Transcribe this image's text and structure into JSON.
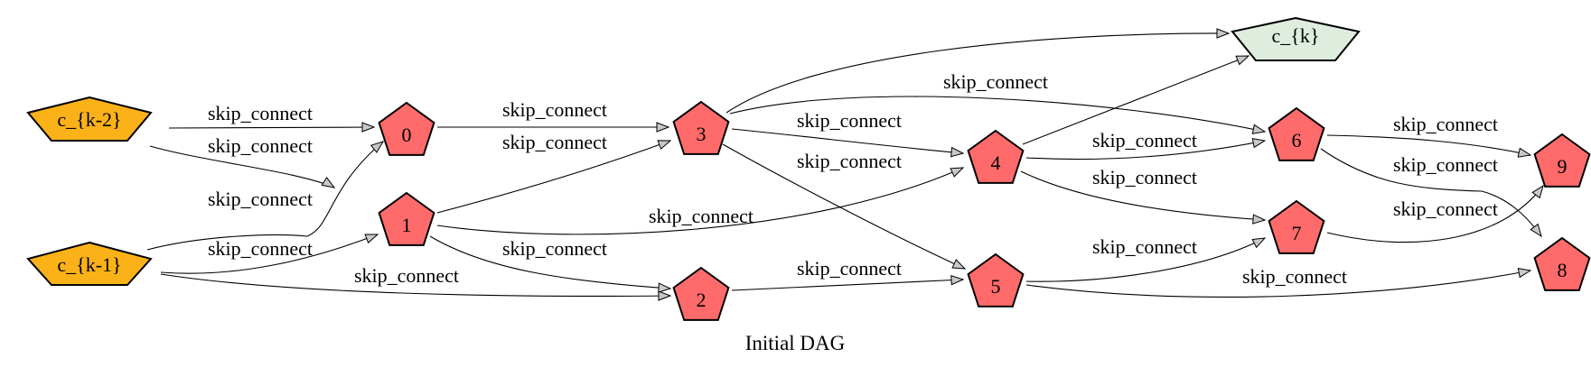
{
  "title": "Initial DAG",
  "colors": {
    "input": "#fbb218",
    "intermediate": "#ff6b6b",
    "output": "#dfeddf",
    "stroke": "#000000"
  },
  "nodes": [
    {
      "id": "k2",
      "label": "c_{k-2}",
      "kind": "input"
    },
    {
      "id": "k1",
      "label": "c_{k-1}",
      "kind": "input"
    },
    {
      "id": "n0",
      "label": "0",
      "kind": "intermediate"
    },
    {
      "id": "n1",
      "label": "1",
      "kind": "intermediate"
    },
    {
      "id": "n2",
      "label": "2",
      "kind": "intermediate"
    },
    {
      "id": "n3",
      "label": "3",
      "kind": "intermediate"
    },
    {
      "id": "n4",
      "label": "4",
      "kind": "intermediate"
    },
    {
      "id": "n5",
      "label": "5",
      "kind": "intermediate"
    },
    {
      "id": "n6",
      "label": "6",
      "kind": "intermediate"
    },
    {
      "id": "n7",
      "label": "7",
      "kind": "intermediate"
    },
    {
      "id": "n8",
      "label": "8",
      "kind": "intermediate"
    },
    {
      "id": "n9",
      "label": "9",
      "kind": "intermediate"
    },
    {
      "id": "ck",
      "label": "c_{k}",
      "kind": "output"
    }
  ],
  "edges": [
    {
      "from": "k2",
      "to": "n0",
      "label": "skip_connect"
    },
    {
      "from": "k2",
      "to": "n1",
      "label": "skip_connect"
    },
    {
      "from": "k1",
      "to": "n0",
      "label": "skip_connect"
    },
    {
      "from": "k1",
      "to": "n1",
      "label": "skip_connect"
    },
    {
      "from": "k1",
      "to": "n2",
      "label": "skip_connect"
    },
    {
      "from": "n0",
      "to": "n3",
      "label": "skip_connect"
    },
    {
      "from": "n1",
      "to": "n3",
      "label": "skip_connect"
    },
    {
      "from": "n1",
      "to": "n4",
      "label": "skip_connect"
    },
    {
      "from": "n1",
      "to": "n2",
      "label": "skip_connect"
    },
    {
      "from": "n2",
      "to": "n5",
      "label": "skip_connect"
    },
    {
      "from": "n3",
      "to": "ck",
      "label": ""
    },
    {
      "from": "n3",
      "to": "n6",
      "label": "skip_connect"
    },
    {
      "from": "n3",
      "to": "n4",
      "label": "skip_connect"
    },
    {
      "from": "n3",
      "to": "n5",
      "label": "skip_connect"
    },
    {
      "from": "n4",
      "to": "ck",
      "label": ""
    },
    {
      "from": "n4",
      "to": "n6",
      "label": "skip_connect"
    },
    {
      "from": "n4",
      "to": "n7",
      "label": "skip_connect"
    },
    {
      "from": "n5",
      "to": "n7",
      "label": "skip_connect"
    },
    {
      "from": "n5",
      "to": "n8",
      "label": "skip_connect"
    },
    {
      "from": "n6",
      "to": "n9",
      "label": "skip_connect"
    },
    {
      "from": "n6",
      "to": "n8",
      "label": "skip_connect"
    },
    {
      "from": "n7",
      "to": "n9",
      "label": "skip_connect"
    }
  ]
}
